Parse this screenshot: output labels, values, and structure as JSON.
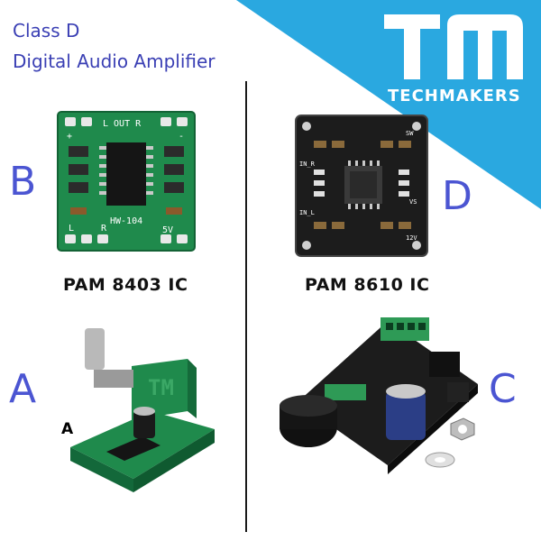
{
  "title": {
    "line1": "Class D",
    "line2": "Digital Audio Amplifier"
  },
  "brand": {
    "logo_text": "TM",
    "name": "TECHMAKERS",
    "color": "#2aa8e0"
  },
  "panels": {
    "b": {
      "letter": "B",
      "chip_label": "PAM 8403 IC",
      "pcb_texts": [
        "L OUT R",
        "HW-104",
        "5V",
        "L",
        "R",
        "+",
        "-"
      ]
    },
    "d": {
      "letter": "D",
      "chip_label": "PAM 8610 IC",
      "pcb_texts": [
        "IN_R",
        "IN_L",
        "12V",
        "SW",
        "VS"
      ]
    },
    "a": {
      "letter": "A",
      "callout": "A"
    },
    "c": {
      "letter": "C"
    }
  },
  "colors": {
    "title": "#3a3fb4",
    "letters": "#4b55d2",
    "pcb_green": "#1f8a4c",
    "pcb_black": "#1c1c1c"
  }
}
